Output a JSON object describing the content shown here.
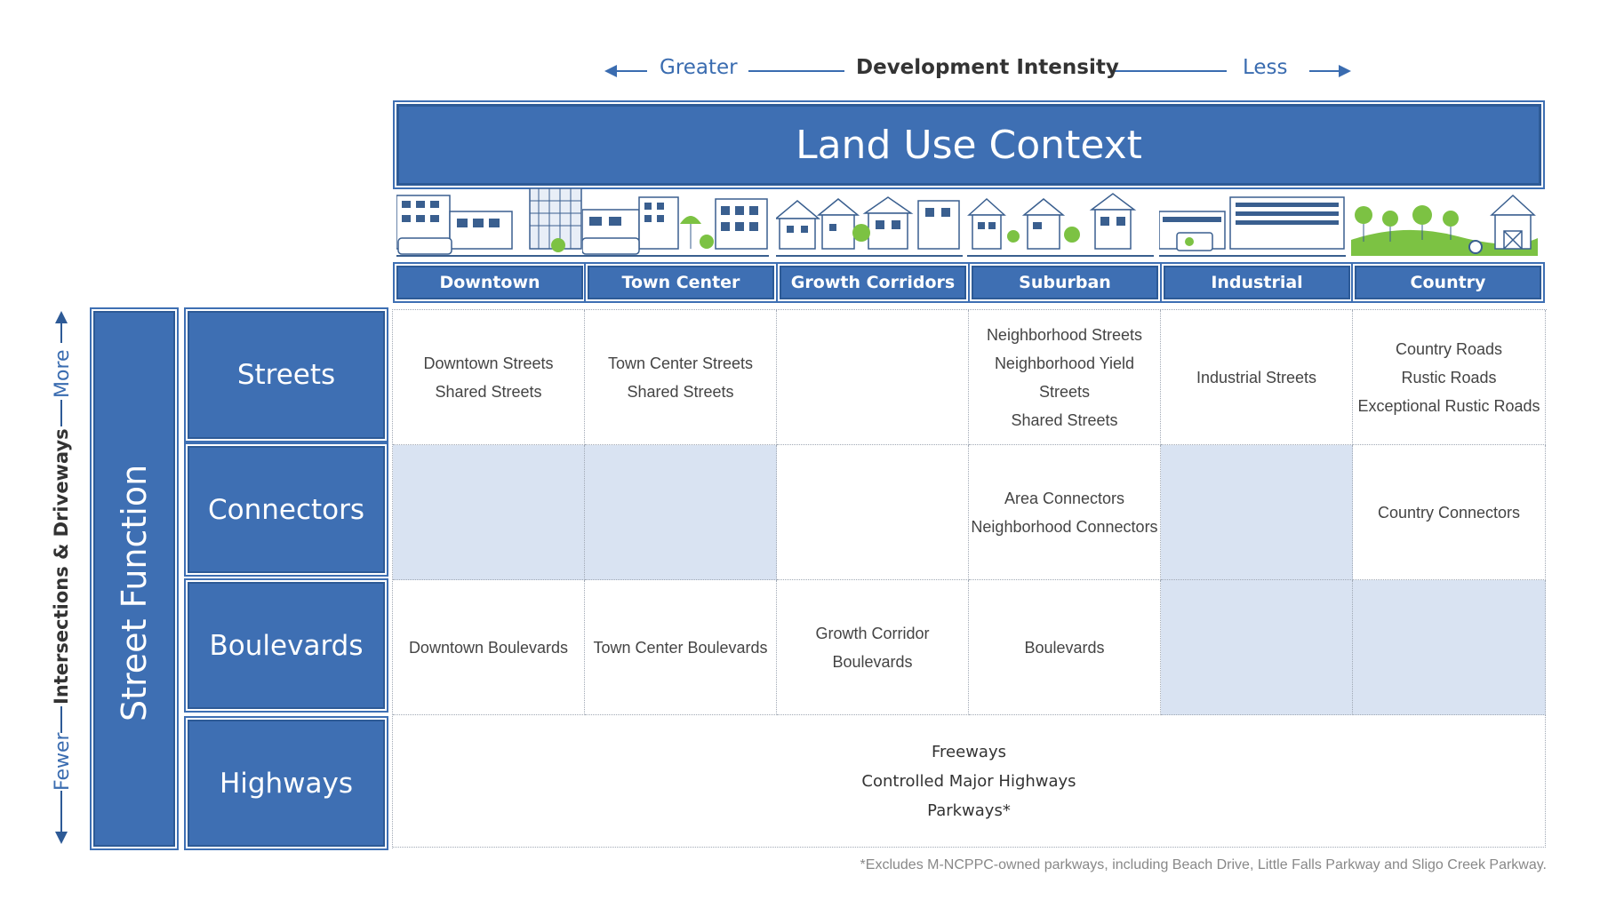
{
  "intensity": {
    "left_label": "Greater",
    "title": "Development Intensity",
    "right_label": "Less"
  },
  "banner": {
    "title": "Land Use Context"
  },
  "contexts": [
    "Downtown",
    "Town Center",
    "Growth Corridors",
    "Suburban",
    "Industrial",
    "Country"
  ],
  "side": {
    "fewer": "Fewer",
    "axis_label": "Intersections & Driveways",
    "more": "More",
    "function_title": "Street Function"
  },
  "rows": [
    "Streets",
    "Connectors",
    "Boulevards",
    "Highways"
  ],
  "cells": {
    "streets": [
      [
        "Downtown Streets",
        "Shared Streets"
      ],
      [
        "Town Center Streets",
        "Shared Streets"
      ],
      [],
      [
        "Neighborhood Streets",
        "Neighborhood Yield Streets",
        "Shared Streets"
      ],
      [
        "Industrial Streets"
      ],
      [
        "Country Roads",
        "Rustic Roads",
        "Exceptional Rustic Roads"
      ]
    ],
    "connectors": [
      [],
      [],
      [],
      [
        "Area Connectors",
        "Neighborhood Connectors"
      ],
      [],
      [
        "Country Connectors"
      ]
    ],
    "boulevards": [
      [
        "Downtown Boulevards"
      ],
      [
        "Town Center Boulevards"
      ],
      [
        "Growth Corridor",
        "Boulevards"
      ],
      [
        "Boulevards"
      ],
      [],
      []
    ],
    "highways": [
      "Freeways",
      "Controlled Major Highways",
      "Parkways*"
    ]
  },
  "shaded": {
    "connectors": [
      true,
      true,
      false,
      false,
      true,
      false
    ],
    "boulevards": [
      false,
      false,
      false,
      false,
      true,
      true
    ]
  },
  "footnote": "*Excludes M-NCPPC-owned parkways, including Beach Drive, Little Falls Parkway and Sligo Creek Parkway.",
  "colors": {
    "primary": "#3e6fb3",
    "border": "#2d5a96",
    "shade": "#d9e3f2",
    "accent_green": "#7cc243"
  }
}
